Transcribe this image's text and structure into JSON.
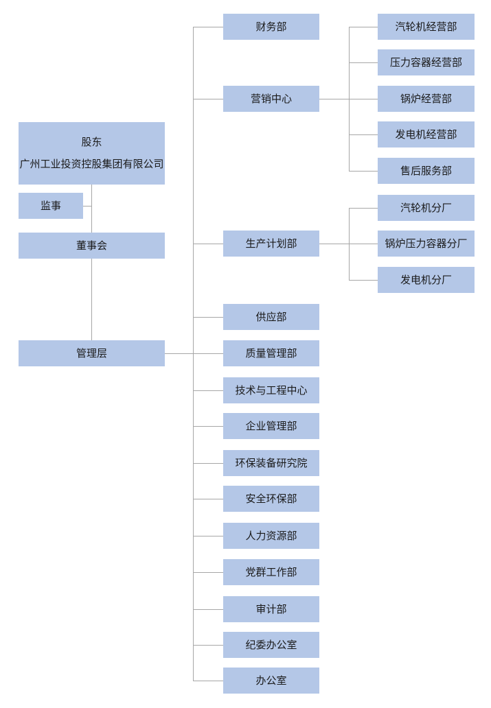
{
  "org_chart": {
    "colors": {
      "node_fill": "#b4c7e7",
      "connector": "#a6a6a6",
      "text": "#1a1a1a"
    },
    "root": {
      "line1": "股东",
      "line2": "广州工业投资控股集团有限公司"
    },
    "governance": {
      "supervisor": "监事",
      "board": "董事会",
      "management": "管理层"
    },
    "departments": [
      "财务部",
      "营销中心",
      "生产计划部",
      "供应部",
      "质量管理部",
      "技术与工程中心",
      "企业管理部",
      "环保装备研究院",
      "安全环保部",
      "人力资源部",
      "党群工作部",
      "审计部",
      "纪委办公室",
      "办公室"
    ],
    "marketing_sub_departments": [
      "汽轮机经营部",
      "压力容器经营部",
      "锅炉经营部",
      "发电机经营部",
      "售后服务部"
    ],
    "production_sub_units": [
      "汽轮机分厂",
      "锅炉压力容器分厂",
      "发电机分厂"
    ]
  }
}
